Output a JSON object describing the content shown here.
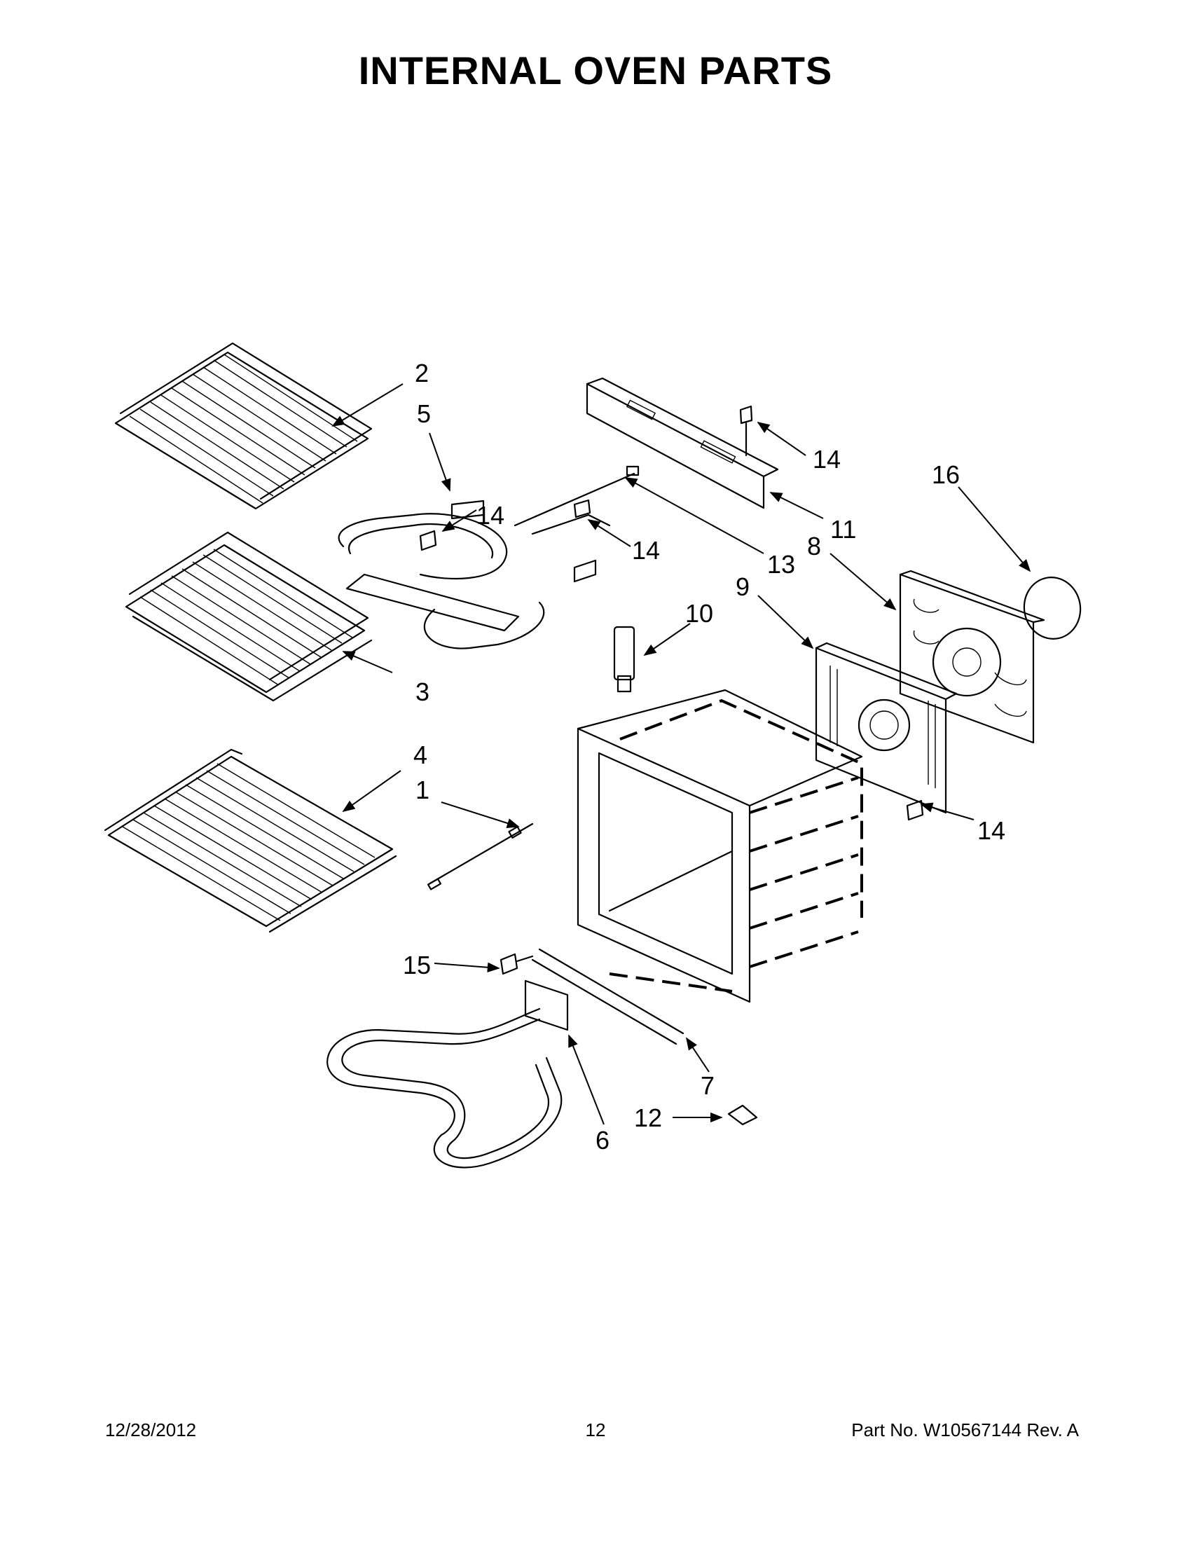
{
  "header": {
    "title": "INTERNAL OVEN PARTS"
  },
  "callouts": {
    "c1": "1",
    "c2": "2",
    "c3": "3",
    "c4": "4",
    "c5": "5",
    "c6": "6",
    "c7": "7",
    "c8": "8",
    "c9": "9",
    "c10": "10",
    "c11": "11",
    "c12": "12",
    "c13": "13",
    "c14a": "14",
    "c14b": "14",
    "c14c": "14",
    "c14d": "14",
    "c15": "15",
    "c16": "16"
  },
  "footer": {
    "date": "12/28/2012",
    "page": "12",
    "part": "Part No.  W10567144  Rev.  A"
  }
}
